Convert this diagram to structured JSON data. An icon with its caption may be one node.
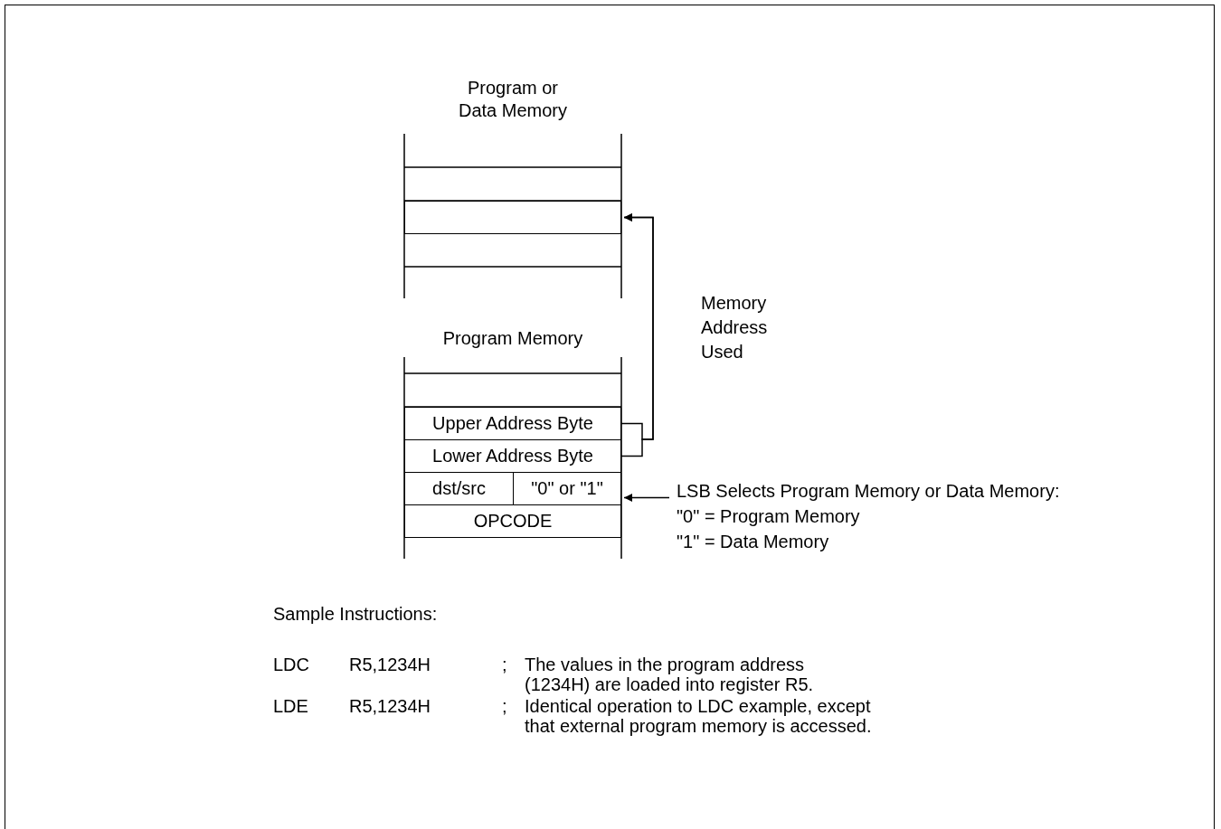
{
  "diagram": {
    "nodes": [
      {
        "text": [
          "Program or Data Memory"
        ]
      },
      {
        "text": [],
        "shape": "box",
        "in": 0
      },
      {
        "text": [
          "Program Memory"
        ]
      },
      {
        "text": [
          "Upper Address Byte"
        ],
        "in": 2
      },
      {
        "text": [
          "Lower Address Byte"
        ],
        "in": 2
      },
      {
        "text": [
          "dst/src"
        ],
        "in": 2
      },
      {
        "text": [
          "\"0\" or \"1\""
        ],
        "in": 2
      },
      {
        "text": [
          "OPCODE"
        ],
        "in": 2
      },
      {
        "text": [
          "LSB Selects Program Memory or Data Memory:",
          "\"0\" = Program Memory",
          "\"1\" = Data Memory"
        ]
      }
    ],
    "edges": [
      {
        "from": 3,
        "to": 1,
        "arrow": "to",
        "label": "Memory Address Used"
      },
      {
        "from": 4,
        "to": 1,
        "arrow": "to"
      },
      {
        "from": 8,
        "to": 6,
        "arrow": "to"
      }
    ],
    "labels": [
      "Sample Instructions:",
      "LDC",
      "R5,1234H",
      ";",
      "The values in the program address (1234H) are loaded into register R5.",
      "LDE",
      "R5,1234H",
      ";",
      "Identical operation to LDC example, except that external program memory is accessed."
    ]
  }
}
